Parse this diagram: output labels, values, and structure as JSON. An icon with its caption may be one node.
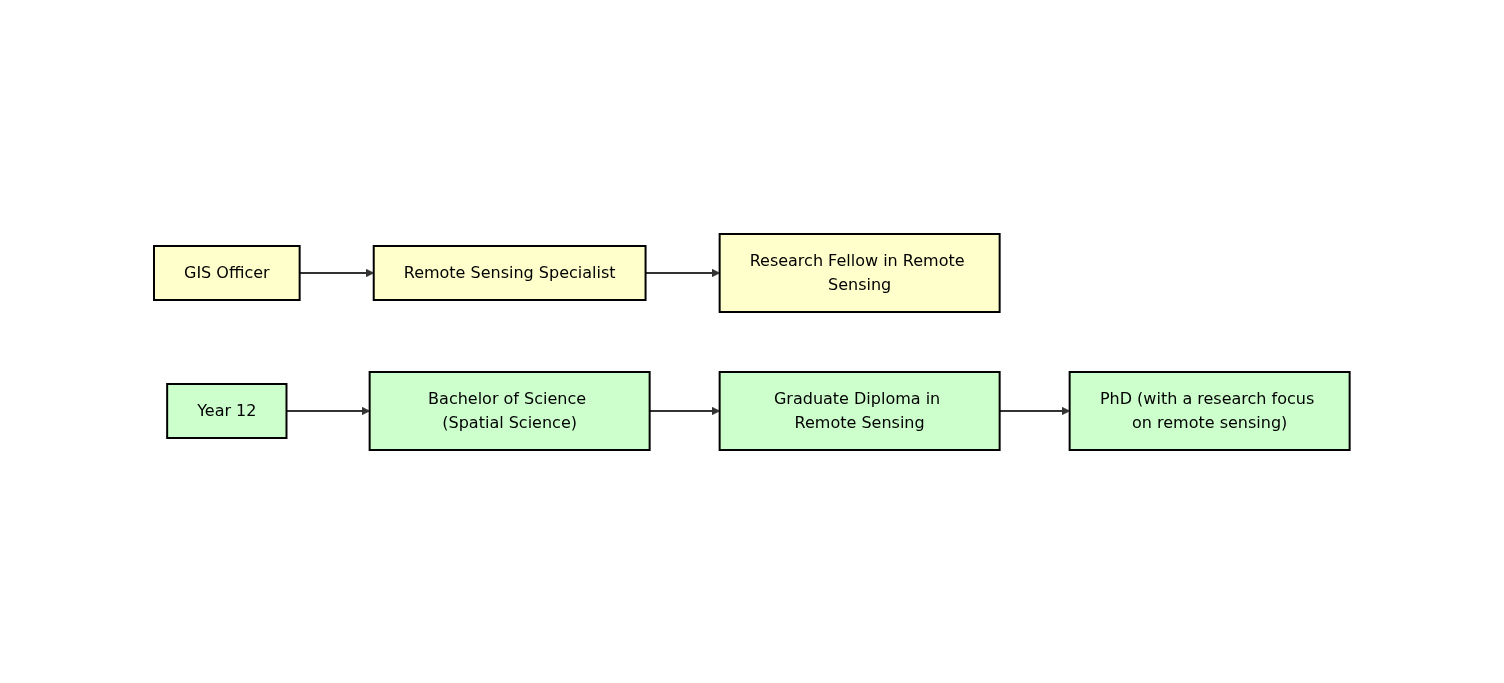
{
  "diagram": {
    "nodes": [
      {
        "text": [
          "Research Fellow in Remote Sensing"
        ]
      },
      {
        "text": [
          "Remote Sensing Specialist"
        ]
      },
      {
        "text": [
          "GIS Officer"
        ]
      },
      {
        "text": [
          "Year 12"
        ]
      },
      {
        "text": [
          "Bachelor of Science (Spatial Science)"
        ]
      },
      {
        "text": [
          "Graduate Diploma in Remote Sensing"
        ]
      },
      {
        "text": [
          "PhD (with a research focus on remote sensing)"
        ]
      }
    ],
    "edges": [
      {
        "from": 2,
        "to": 1,
        "arrow": "to"
      },
      {
        "from": 1,
        "to": 0,
        "arrow": "to"
      },
      {
        "from": 3,
        "to": 4,
        "arrow": "to"
      },
      {
        "from": 4,
        "to": 5,
        "arrow": "to"
      },
      {
        "from": 5,
        "to": 6,
        "arrow": "to"
      }
    ]
  }
}
